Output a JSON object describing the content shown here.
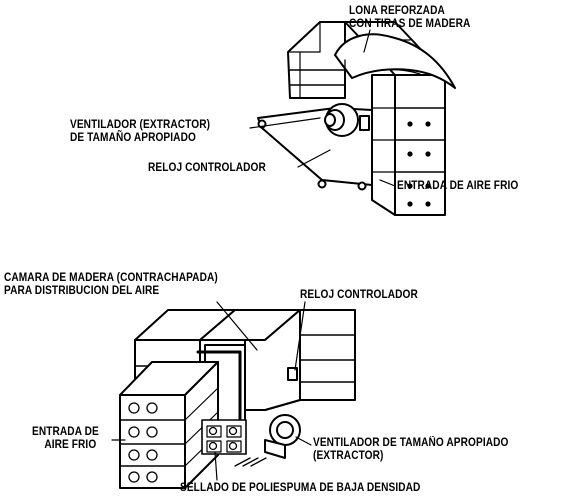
{
  "figure_top": {
    "label_lona": [
      "LONA REFORZADA",
      "CON TIRAS DE MADERA"
    ],
    "label_ventilador": [
      "VENTILADOR (EXTRACTOR)",
      "DE TAMAÑO APROPIADO"
    ],
    "label_reloj": "RELOJ CONTROLADOR",
    "label_entrada": "ENTRADA DE AIRE FRIO"
  },
  "figure_bottom": {
    "label_camara": [
      "CAMARA DE MADERA (CONTRACHAPADA)",
      "PARA DISTRIBUCION DEL AIRE"
    ],
    "label_reloj": "RELOJ CONTROLADOR",
    "label_entrada": [
      "ENTRADA DE",
      "AIRE FRIO"
    ],
    "label_ventilador": [
      "VENTILADOR DE TAMAÑO APROPIADO",
      "(EXTRACTOR)"
    ],
    "label_sellado": "SELLADO DE POLIESPUMA DE BAJA DENSIDAD"
  }
}
